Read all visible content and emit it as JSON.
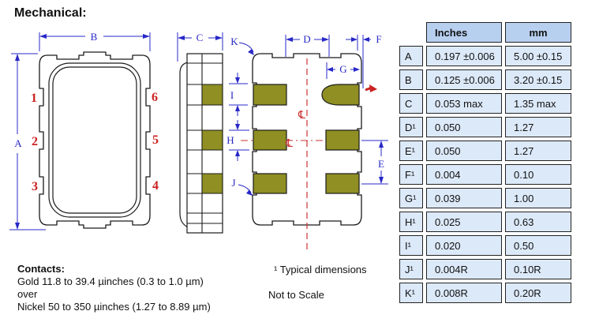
{
  "title": "Mechanical:",
  "table": {
    "col_headers": [
      "Inches",
      "mm"
    ],
    "rows": [
      {
        "label": "A",
        "inches": "0.197 ±0.006",
        "mm": "5.00 ±0.15"
      },
      {
        "label": "B",
        "inches": "0.125 ±0.006",
        "mm": "3.20 ±0.15"
      },
      {
        "label": "C",
        "inches": "0.053 max",
        "mm": "1.35 max"
      },
      {
        "label": "D¹",
        "inches": "0.050",
        "mm": "1.27"
      },
      {
        "label": "E¹",
        "inches": "0.050",
        "mm": "1.27"
      },
      {
        "label": "F¹",
        "inches": "0.004",
        "mm": "0.10"
      },
      {
        "label": "G¹",
        "inches": "0.039",
        "mm": "1.00"
      },
      {
        "label": "H¹",
        "inches": "0.025",
        "mm": "0.63"
      },
      {
        "label": "I¹",
        "inches": "0.020",
        "mm": "0.50"
      },
      {
        "label": "J¹",
        "inches": "0.004R",
        "mm": "0.10R"
      },
      {
        "label": "K¹",
        "inches": "0.008R",
        "mm": "0.20R"
      }
    ]
  },
  "drawings": {
    "front_view": {
      "pins": {
        "p1": "1",
        "p2": "2",
        "p3": "3",
        "p4": "4",
        "p5": "5",
        "p6": "6"
      },
      "dims": {
        "a": "A",
        "b": "B"
      }
    },
    "side_view": {
      "dims": {
        "c": "C"
      }
    },
    "bottom_view": {
      "dims": {
        "d": "D",
        "e": "E",
        "f": "F",
        "g": "G",
        "h": "H",
        "i": "I",
        "j": "J",
        "k": "K"
      },
      "centerline_symbol": "℄"
    }
  },
  "notes": {
    "contacts_title": "Contacts:",
    "contacts_line1": "Gold 11.8 to 39.4 µinches (0.3 to 1.0 µm)",
    "contacts_line2": "over",
    "contacts_line3": "Nickel 50 to 350 µinches (1.27 to 8.89 µm)",
    "footnote": "¹ Typical dimensions",
    "scale_note": "Not to Scale"
  },
  "colors": {
    "dimension_blue": "#2828c8",
    "annotation_red": "#cc2222",
    "centerline_red": "#cc3333",
    "pad_olive": "#8f8f23",
    "table_header_bg": "#b8d0f0",
    "table_cell_bg": "#dce9f9"
  }
}
